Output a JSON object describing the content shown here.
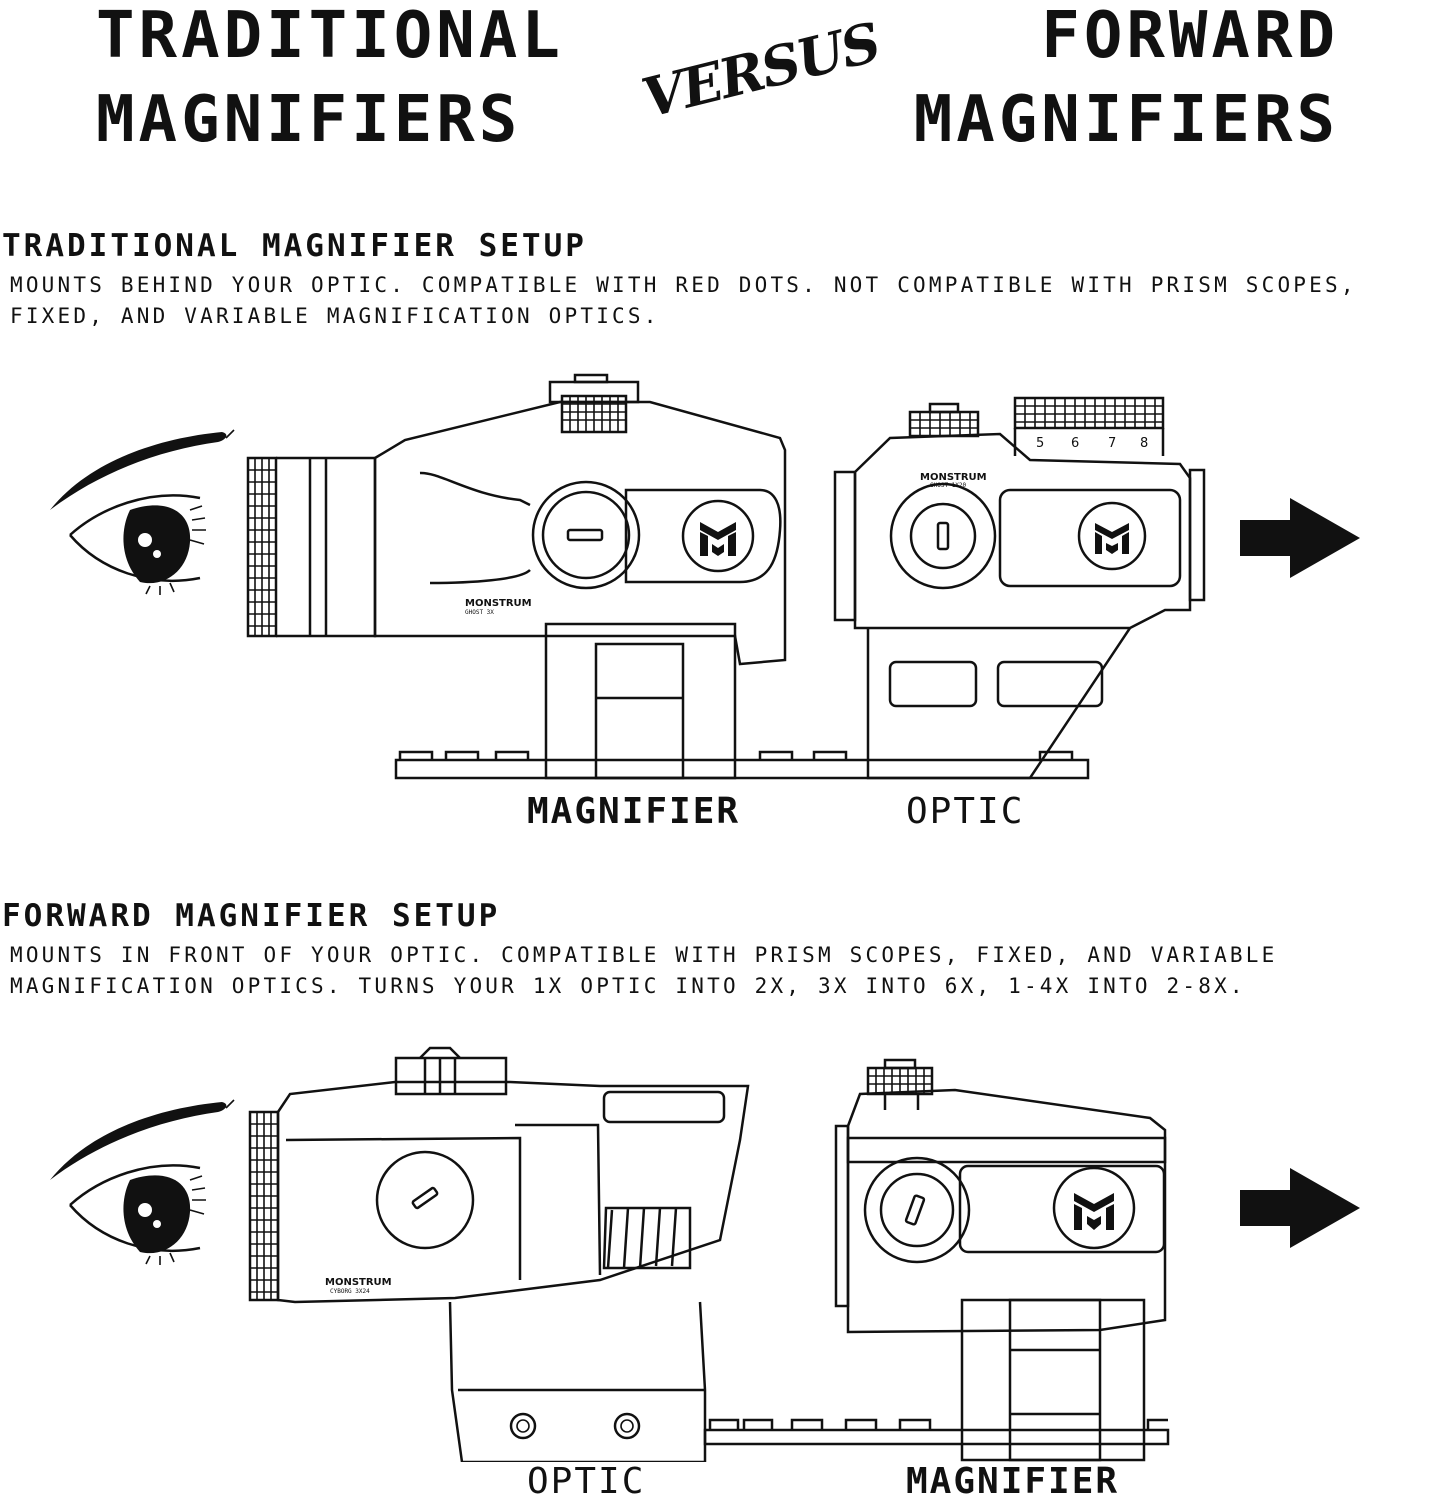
{
  "header": {
    "left_title_line1": "TRADITIONAL",
    "left_title_line2": "MAGNIFIERS",
    "versus": "VERSUS",
    "right_title_line1": "FORWARD",
    "right_title_line2": "MAGNIFIERS"
  },
  "traditional": {
    "heading": "TRADITIONAL MAGNIFIER SETUP",
    "description": "MOUNTS BEHIND YOUR OPTIC. COMPATIBLE WITH RED DOTS. NOT COMPATIBLE WITH PRISM SCOPES,\nFIXED, AND VARIABLE MAGNIFICATION OPTICS.",
    "magnifier_label": "MAGNIFIER",
    "optic_label": "OPTIC",
    "magnifier_brand": "MONSTRUM",
    "magnifier_model": "GHOST 3X",
    "optic_brand": "MONSTRUM",
    "optic_model": "GHOST 1X20",
    "dial_numbers": [
      "5",
      "6",
      "7",
      "8"
    ]
  },
  "forward": {
    "heading": "FORWARD MAGNIFIER SETUP",
    "description": "MOUNTS IN FRONT OF YOUR OPTIC. COMPATIBLE WITH PRISM SCOPES, FIXED, AND VARIABLE\nMAGNIFICATION OPTICS. TURNS YOUR 1X OPTIC INTO 2X, 3X INTO 6X, 1-4X INTO 2-8X.",
    "optic_label": "OPTIC",
    "magnifier_label": "MAGNIFIER",
    "optic_brand": "MONSTRUM",
    "optic_model": "CYBORG 3X24"
  },
  "icons": [
    "eye-icon",
    "arrow-right-icon",
    "monstrum-logo-icon"
  ]
}
